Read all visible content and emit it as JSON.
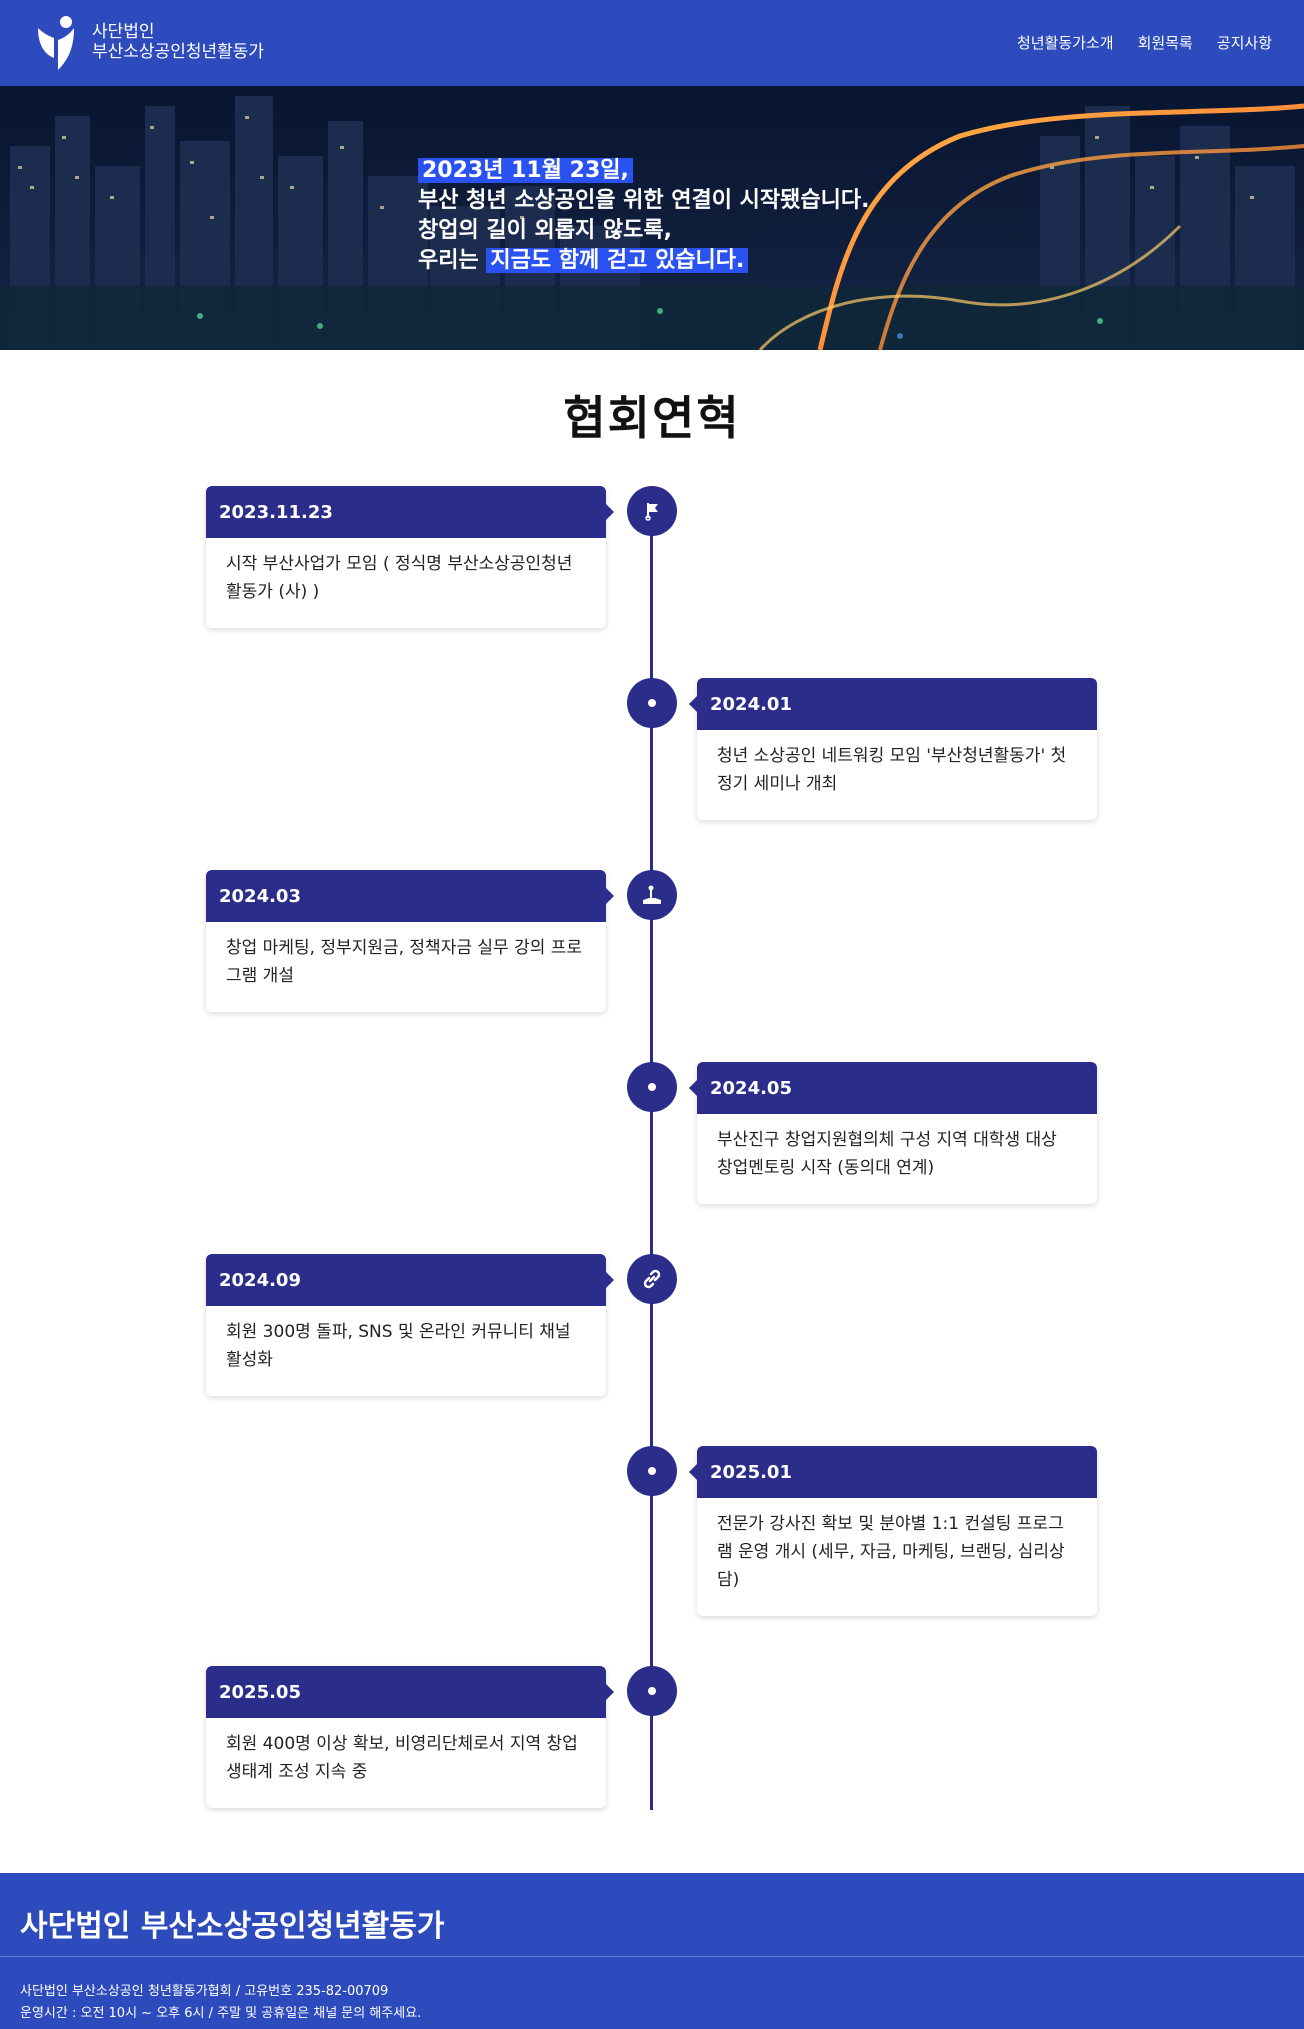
{
  "header": {
    "logo_line1": "사단법인",
    "logo_line2": "부산소상공인청년활동가",
    "nav": [
      "청년활동가소개",
      "회원목록",
      "공지사항"
    ]
  },
  "hero": {
    "line1": "2023년 11월 23일,",
    "line2": "부산 청년 소상공인을 위한 연결이 시작됐습니다.",
    "line3": "창업의 길이 외롭지 않도록,",
    "line4_prefix": "우리는",
    "line4_highlight": "지금도 함께 걷고 있습니다."
  },
  "section_title": "협회연혁",
  "timeline": [
    {
      "date": "2023.11.23",
      "text": "시작 부산사업가 모임 ( 정식명 부산소상공인청년활동가 (사) )",
      "icon": "flag-icon"
    },
    {
      "date": "2024.01",
      "text": "청년 소상공인 네트워킹 모임 '부산청년활동가' 첫 정기 세미나 개최",
      "icon": "dot-icon"
    },
    {
      "date": "2024.03",
      "text": "창업 마케팅, 정부지원금, 정책자금 실무 강의 프로그램 개설",
      "icon": "podium-icon"
    },
    {
      "date": "2024.05",
      "text": "부산진구 창업지원협의체 구성 지역 대학생 대상 창업멘토링 시작 (동의대 연계)",
      "icon": "dot-icon"
    },
    {
      "date": "2024.09",
      "text": "회원 300명 돌파, SNS 및 온라인 커뮤니티 채널 활성화",
      "icon": "link-icon"
    },
    {
      "date": "2025.01",
      "text": "전문가 강사진 확보 및 분야별 1:1 컨설팅 프로그램 운영 개시 (세무, 자금, 마케팅, 브랜딩, 심리상담)",
      "icon": "dot-icon"
    },
    {
      "date": "2025.05",
      "text": "회원 400명 이상 확보, 비영리단체로서 지역 창업 생태계 조성 지속 중",
      "icon": "dot-icon"
    }
  ],
  "footer": {
    "title": "사단법인 부산소상공인청년활동가",
    "info1": "사단법인 부산소상공인 청년활동가협회 / 고유번호 235-82-00709",
    "info2": "운영시간 : 오전 10시 ~ 오후 6시 / 주말 및 공휴일은 채널 문의 해주세요."
  },
  "colors": {
    "header_bg": "#2d4bbd",
    "timeline_accent": "#2a2d8a",
    "highlight": "#2952f0"
  }
}
